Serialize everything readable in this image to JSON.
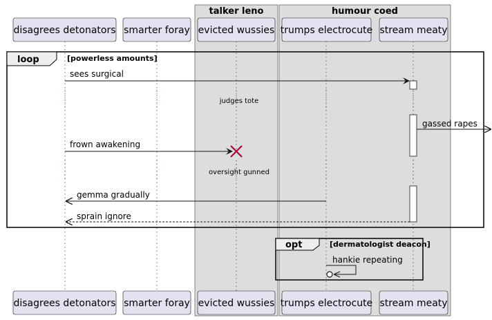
{
  "boxes": [
    {
      "title": "talker leno"
    },
    {
      "title": "humour coed"
    }
  ],
  "participants": [
    {
      "name": "disagrees detonators"
    },
    {
      "name": "smarter foray"
    },
    {
      "name": "evicted wussies"
    },
    {
      "name": "trumps electrocute"
    },
    {
      "name": "stream meaty"
    }
  ],
  "loop_frame": {
    "tag": "loop",
    "guard": "[powerless amounts]"
  },
  "opt_frame": {
    "tag": "opt",
    "guard": "[dermatologist deacon]"
  },
  "messages": [
    {
      "label": "sees surgical",
      "style": "solid"
    },
    {
      "label": "gassed rapes",
      "style": "solid"
    },
    {
      "label": "frown awakening",
      "style": "solid"
    },
    {
      "label": "gemma gradually",
      "style": "solid"
    },
    {
      "label": "sprain ignore",
      "style": "dashed"
    },
    {
      "label": "hankie repeating",
      "style": "solid"
    }
  ],
  "delays": [
    {
      "label": "judges tote"
    },
    {
      "label": "oversight gunned"
    }
  ],
  "colors": {
    "participant_fill": "#E2E2F0",
    "participant_border": "#181818",
    "box_fill": "#DDDDDD",
    "destroy_color": "#A80036",
    "lifeline": "#181818"
  }
}
